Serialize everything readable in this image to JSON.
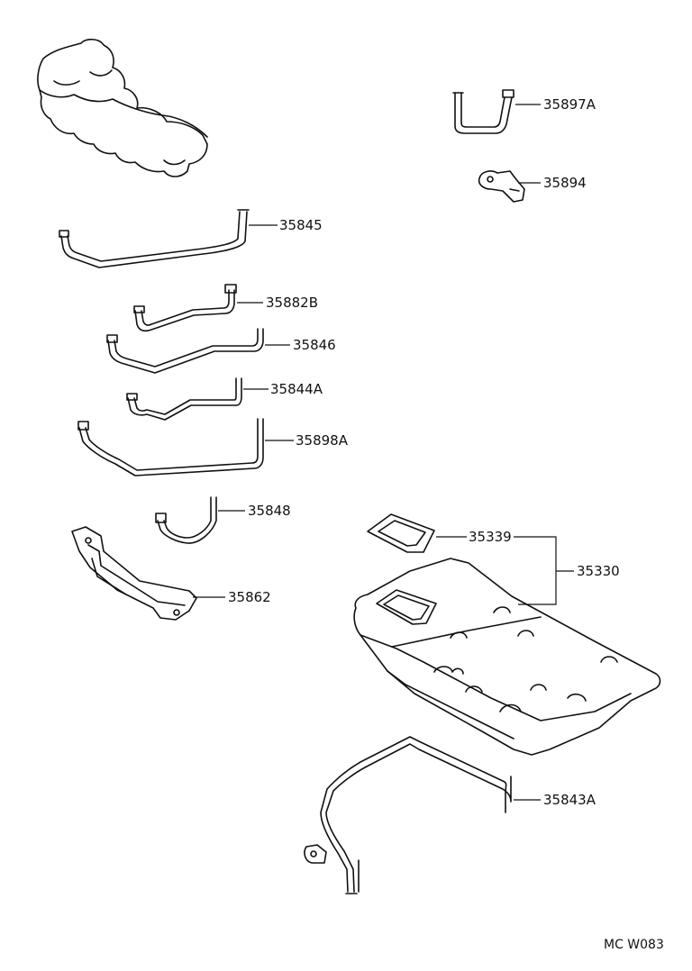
{
  "parts": {
    "p35897A": "35897A",
    "p35894": "35894",
    "p35845": "35845",
    "p35882B": "35882B",
    "p35846": "35846",
    "p35844A": "35844A",
    "p35898A": "35898A",
    "p35848": "35848",
    "p35862": "35862",
    "p35339": "35339",
    "p35330": "35330",
    "p35843A": "35843A"
  },
  "drawing_code": "MC  W083"
}
